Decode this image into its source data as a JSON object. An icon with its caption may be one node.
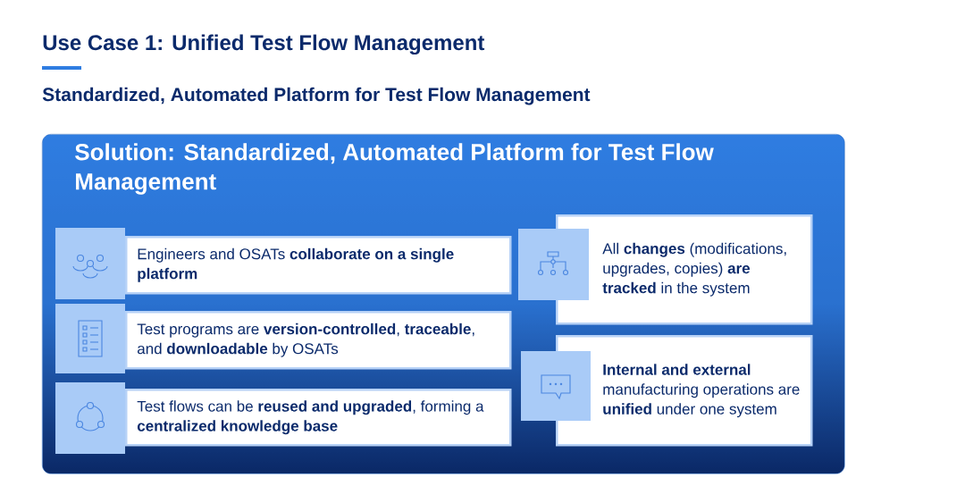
{
  "diagram": {
    "title": "Use Case 1: Unified Test Flow Management",
    "nodes": [
      {
        "text": [
          "Solution: Standardized, Automated Platform for Test Flow Management"
        ]
      },
      {
        "text": [
          "Engineers and OSATs **collaborate on a single platform**"
        ],
        "in": 0
      },
      {
        "text": [
          "Test programs are **version-controlled**, **traceable**, and **downloadable** by OSATs"
        ],
        "in": 0
      },
      {
        "text": [
          "Test flows can be **reused and upgraded**, forming a **centralized knowledge base**"
        ],
        "in": 0
      },
      {
        "text": [
          "All **changes** (modifications, upgrades, copies) **are tracked** in the system"
        ],
        "in": 0
      },
      {
        "text": [
          "**Internal and external** manufacturing operations are **unified** under one system"
        ],
        "in": 0
      }
    ],
    "labels": [
      "Standardized, Automated Platform for Test Flow Management"
    ]
  }
}
